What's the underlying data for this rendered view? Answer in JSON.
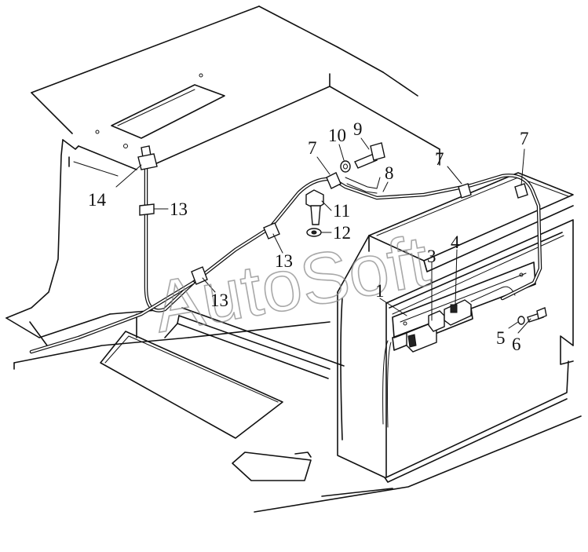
{
  "watermark": "AutoSoft",
  "callouts": [
    {
      "id": "c14",
      "label": "14"
    },
    {
      "id": "c13a",
      "label": "13"
    },
    {
      "id": "c13b",
      "label": "13"
    },
    {
      "id": "c13c",
      "label": "13"
    },
    {
      "id": "c7a",
      "label": "7"
    },
    {
      "id": "c10",
      "label": "10"
    },
    {
      "id": "c9",
      "label": "9"
    },
    {
      "id": "c8",
      "label": "8"
    },
    {
      "id": "c7b",
      "label": "7"
    },
    {
      "id": "c7c",
      "label": "7"
    },
    {
      "id": "c11",
      "label": "11"
    },
    {
      "id": "c12",
      "label": "12"
    },
    {
      "id": "c3",
      "label": "3"
    },
    {
      "id": "c4",
      "label": "4"
    },
    {
      "id": "c1",
      "label": "1"
    },
    {
      "id": "c5",
      "label": "5"
    },
    {
      "id": "c6",
      "label": "6"
    }
  ]
}
